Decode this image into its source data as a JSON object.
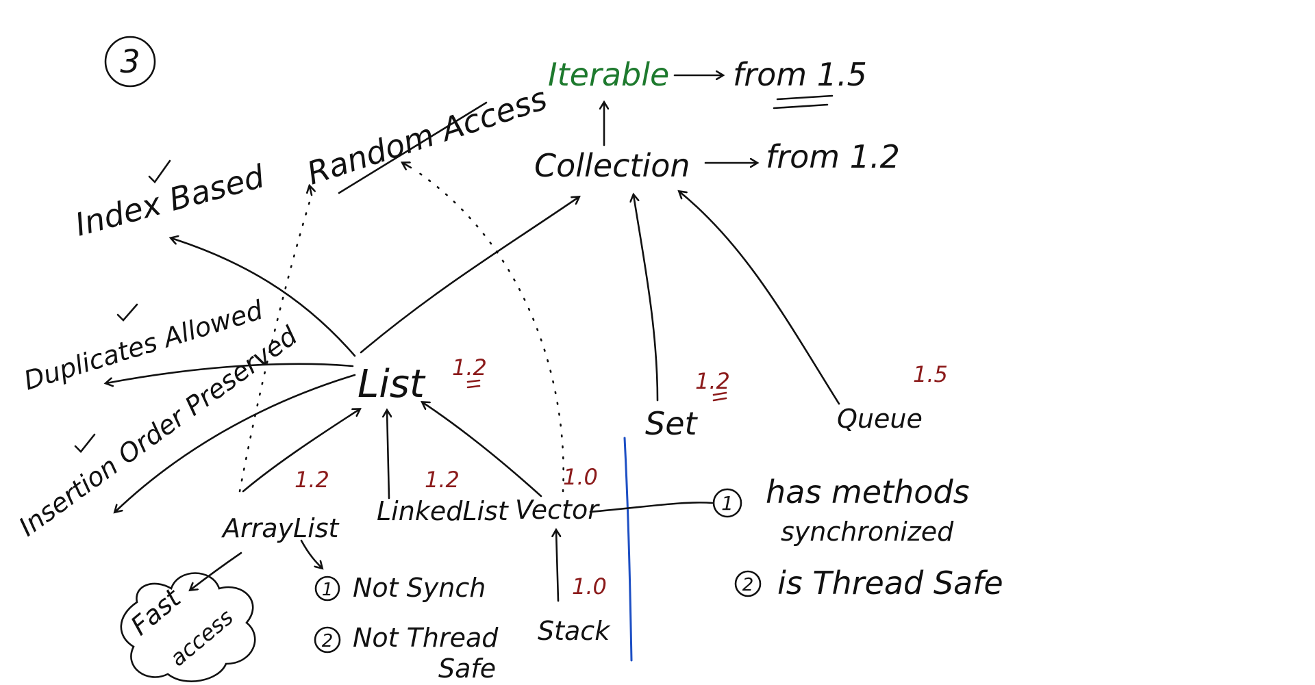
{
  "page_number": "3",
  "nodes": {
    "iterable": "Iterable",
    "iterable_note": "from 1.5",
    "collection": "Collection",
    "collection_note": "from 1.2",
    "random_access": "Random Access",
    "list": "List",
    "list_version": "1.2",
    "set": "Set",
    "set_version": "1.2",
    "queue": "Queue",
    "queue_version": "1.5",
    "arraylist": "ArrayList",
    "arraylist_version": "1.2",
    "linkedlist": "LinkedList",
    "linkedlist_version": "1.2",
    "vector": "Vector",
    "vector_version": "1.0",
    "stack": "Stack",
    "stack_version": "1.0"
  },
  "list_properties": {
    "index_based": "Index Based",
    "duplicates_allowed": "Duplicates Allowed",
    "insertion_order": "Insertion Order Preserved"
  },
  "arraylist_notes": {
    "cloud_line1": "Fast",
    "cloud_line2": "access",
    "num1": "1",
    "item1": "Not Synch",
    "num2": "2",
    "item2_line1": "Not Thread",
    "item2_line2": "Safe"
  },
  "vector_notes": {
    "num1": "1",
    "item1_line1": "has methods",
    "item1_line2": "synchronized",
    "num2": "2",
    "item2": "is Thread Safe"
  },
  "colors": {
    "ink": "#111111",
    "version_red": "#8b1a1a",
    "iterable_green": "#1e7a2e",
    "separator_blue": "#1d4fc4"
  }
}
